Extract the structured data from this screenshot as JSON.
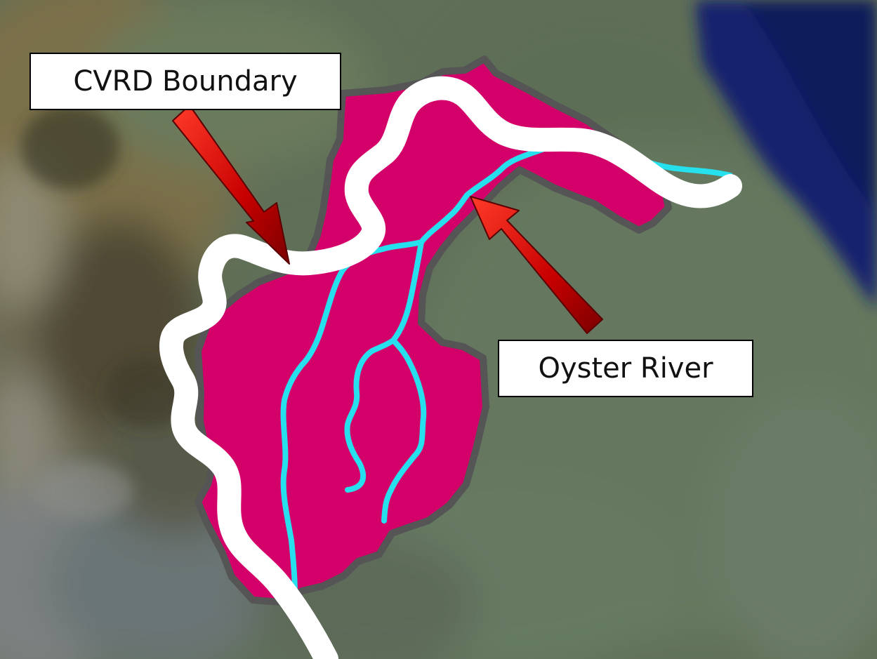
{
  "map": {
    "basemap": "satellite-imagery",
    "colors": {
      "watershed_fill": "#d4006a",
      "watershed_outline": "#555555",
      "river": "#26e0ee",
      "boundary_line": "#ffffff",
      "arrow": "#cc0000",
      "water": "#14206e"
    },
    "annotations": {
      "boundary": {
        "label": "CVRD Boundary",
        "arrow_icon": "red-arrow-icon"
      },
      "river": {
        "label": "Oyster River",
        "arrow_icon": "red-arrow-icon"
      }
    }
  }
}
